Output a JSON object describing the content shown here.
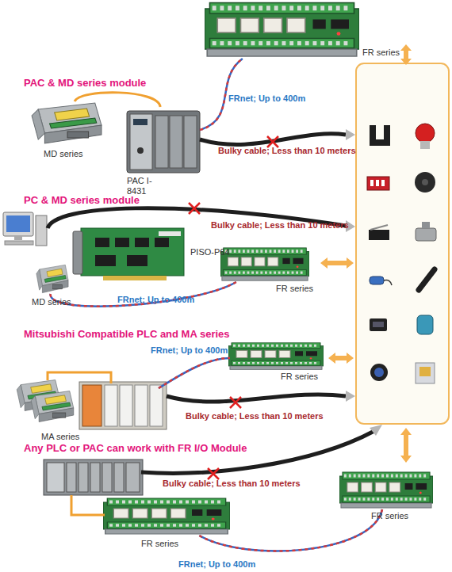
{
  "diagram": {
    "nodes": [
      {
        "text": [
          "FR series"
        ]
      },
      {
        "text": [
          "MD series"
        ]
      },
      {
        "text": [
          "PAC I-8431"
        ]
      },
      {
        "text": [
          "PISO-P64"
        ]
      },
      {
        "text": [
          "MD series"
        ]
      },
      {
        "text": [
          "FR series"
        ]
      },
      {
        "text": [
          "FR series"
        ]
      },
      {
        "text": [
          "MA series"
        ]
      },
      {
        "text": [
          "FR series"
        ]
      },
      {
        "text": [
          "FR series"
        ]
      }
    ],
    "edges": [
      {
        "from": 1,
        "to": 2,
        "arrow": "none"
      },
      {
        "from": 2,
        "to": 0,
        "label": "FRnet; Up to 400m",
        "arrow": "none"
      },
      {
        "from": 4,
        "to": 5,
        "label": "FRnet; Up to 400m",
        "arrow": "none"
      },
      {
        "from": 9,
        "to": 8,
        "label": "FRnet; Up to 400m",
        "arrow": "none"
      }
    ],
    "labels": [
      "PAC & MD series module",
      "Bulky cable; Less than 10 meters",
      "PC & MD series module",
      "Bulky cable; Less than 10 meters",
      "Mitsubishi Compatible PLC and MA series",
      "FRnet; Up to 400m",
      "Bulky cable; Less than 10 meters",
      "Any PLC or PAC can work with FR I/O Module",
      "Bulky cable; Less than 10 meters"
    ]
  }
}
